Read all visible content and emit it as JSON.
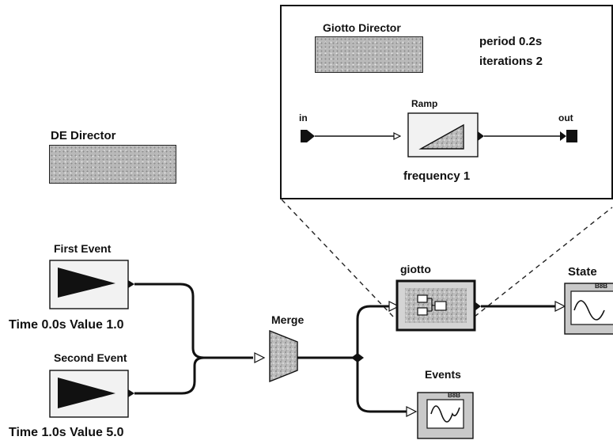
{
  "inset": {
    "director_label": "Giotto Director",
    "params": [
      "period 0.2s",
      "iterations 2"
    ],
    "ramp_label": "Ramp",
    "ramp_param": "frequency 1",
    "in_port": "in",
    "out_port": "out"
  },
  "main": {
    "director_label": "DE Director",
    "first_event": {
      "label": "First Event",
      "param": "Time 0.0s Value 1.0"
    },
    "second_event": {
      "label": "Second Event",
      "param": "Time 1.0s Value 5.0"
    },
    "merge_label": "Merge",
    "giotto_label": "giotto",
    "state_label": "State",
    "state_badge": "B8B",
    "events_label": "Events",
    "events_badge": "B8B"
  }
}
